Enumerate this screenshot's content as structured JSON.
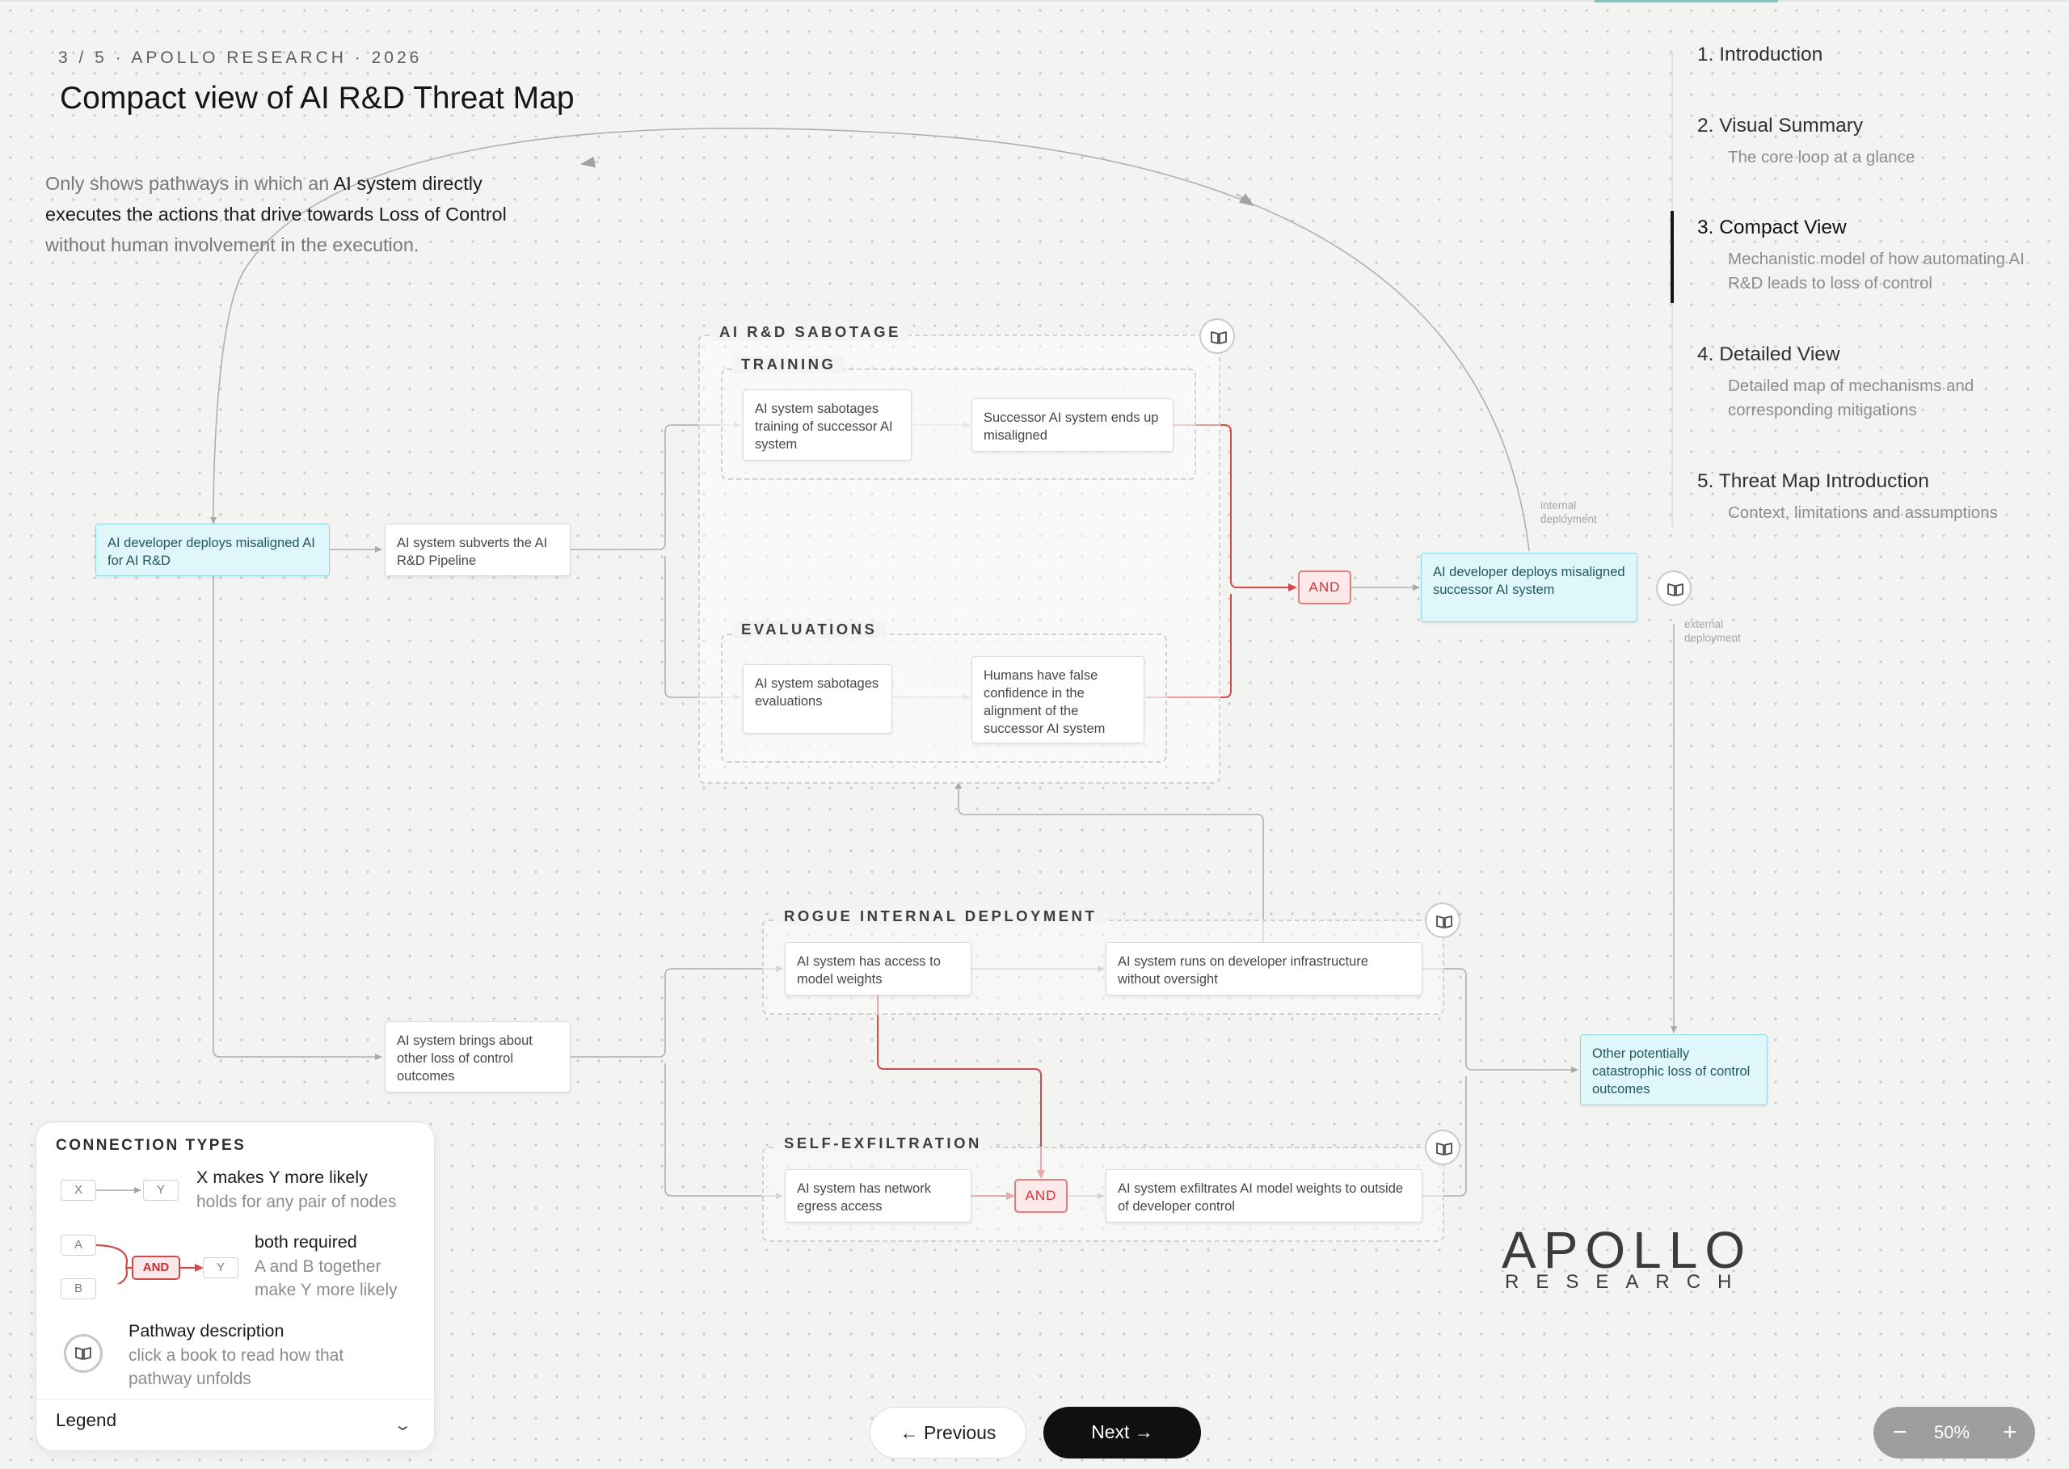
{
  "header": {
    "eyebrow": "3 / 5 · APOLLO RESEARCH · 2026",
    "title": "Compact view of AI R&D Threat Map",
    "intro_pre": "Only shows pathways in which an ",
    "intro_bold": "AI system directly executes the actions that drive towards Loss of Control",
    "intro_post": " without human involvement in the execution."
  },
  "groups": {
    "sabotage": "AI R&D SABOTAGE",
    "training": "TRAINING",
    "evaluations": "EVALUATIONS",
    "rogue": "ROGUE INTERNAL DEPLOYMENT",
    "exfil": "SELF-EXFILTRATION"
  },
  "nodes": {
    "deploy_misaligned": "AI developer deploys misaligned AI for AI R&D",
    "subverts_pipeline": "AI system subverts the AI R&D Pipeline",
    "sabotages_training": "AI system sabotages training of successor AI system",
    "successor_misaligned": "Successor AI system ends up misaligned",
    "sabotages_evaluations": "AI system sabotages evaluations",
    "false_confidence": "Humans have false confidence in the alignment of the successor AI system",
    "deploys_successor": "AI developer deploys misaligned successor AI system",
    "other_loss": "AI system brings about other loss of control outcomes",
    "model_weights": "AI system has access to model weights",
    "runs_infrastructure": "AI system runs on developer infrastructure without oversight",
    "network_egress": "AI system has network egress access",
    "exfiltrates_weights": "AI system exfiltrates AI model weights to outside of developer control",
    "catastrophic": "Other potentially catastrophic loss of control outcomes"
  },
  "gates": {
    "and_1": "AND",
    "and_2": "AND"
  },
  "edge_labels": {
    "internal": "internal deployment",
    "external": "external deployment"
  },
  "toc": {
    "items": [
      {
        "head": "1.  Introduction",
        "sub": ""
      },
      {
        "head": "2.  Visual Summary",
        "sub": "The core loop at a glance"
      },
      {
        "head": "3.  Compact View",
        "sub": "Mechanistic model of how automating AI R&D leads to loss of control"
      },
      {
        "head": "4.  Detailed View",
        "sub": "Detailed map of mechanisms and corresponding mitigations"
      },
      {
        "head": "5.  Threat Map Introduction",
        "sub": "Context, limitations and assumptions"
      }
    ],
    "active_index": 2
  },
  "legend": {
    "title": "CONNECTION TYPES",
    "x": "X",
    "y": "Y",
    "a": "A",
    "b": "B",
    "and": "AND",
    "likely_name": "X makes Y more likely",
    "likely_desc": "holds for any pair of nodes",
    "both_name": "both required",
    "both_desc": "A and B together make Y more likely",
    "pathway_name": "Pathway description",
    "pathway_desc": "click a book to read how that pathway unfolds",
    "footer": "Legend"
  },
  "nav": {
    "previous": "← Previous",
    "next": "Next →"
  },
  "zoom": {
    "minus": "−",
    "level": "50%",
    "plus": "+"
  },
  "logo": {
    "word": "APOLLO",
    "sub": "RESEARCH"
  },
  "icons": {
    "book": "book-icon",
    "chevron": "chevron-down-icon"
  },
  "colors": {
    "start_node": "#dff6fb",
    "and_gate": "#d34a4a",
    "next_button": "#0f1110"
  }
}
